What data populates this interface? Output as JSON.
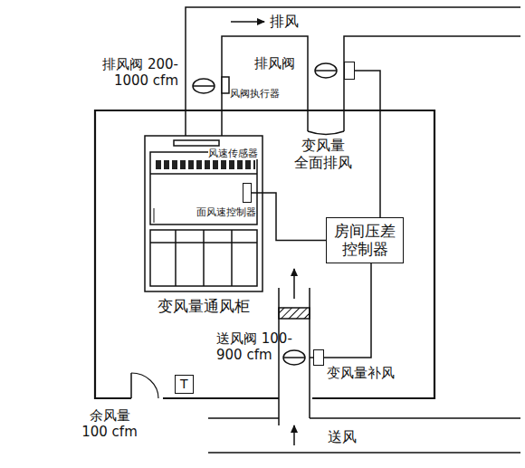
{
  "diagram": {
    "nodes": [
      {
        "text": [
          "变风量通风柜"
        ]
      },
      {
        "text": [
          "面风速控制器"
        ],
        "in": 0
      },
      {
        "text": [
          "房间压差 控制器"
        ]
      },
      {
        "text": [
          "排风阀",
          "变风量 全面排风"
        ]
      },
      {
        "text": [
          "送风阀 100-900 cfm",
          "变风量补风"
        ]
      },
      {
        "text": [
          "T"
        ]
      }
    ],
    "edges": [
      {
        "from": 2,
        "to": 1,
        "arrow": "none"
      },
      {
        "from": 2,
        "to": 3,
        "arrow": "none"
      },
      {
        "from": 2,
        "to": 4,
        "arrow": "none"
      }
    ],
    "labels": [
      "排风",
      "排风阀 200-1000 cfm",
      "风阀执行器",
      "风速传感器",
      "送风",
      "余风量 100 cfm"
    ]
  }
}
